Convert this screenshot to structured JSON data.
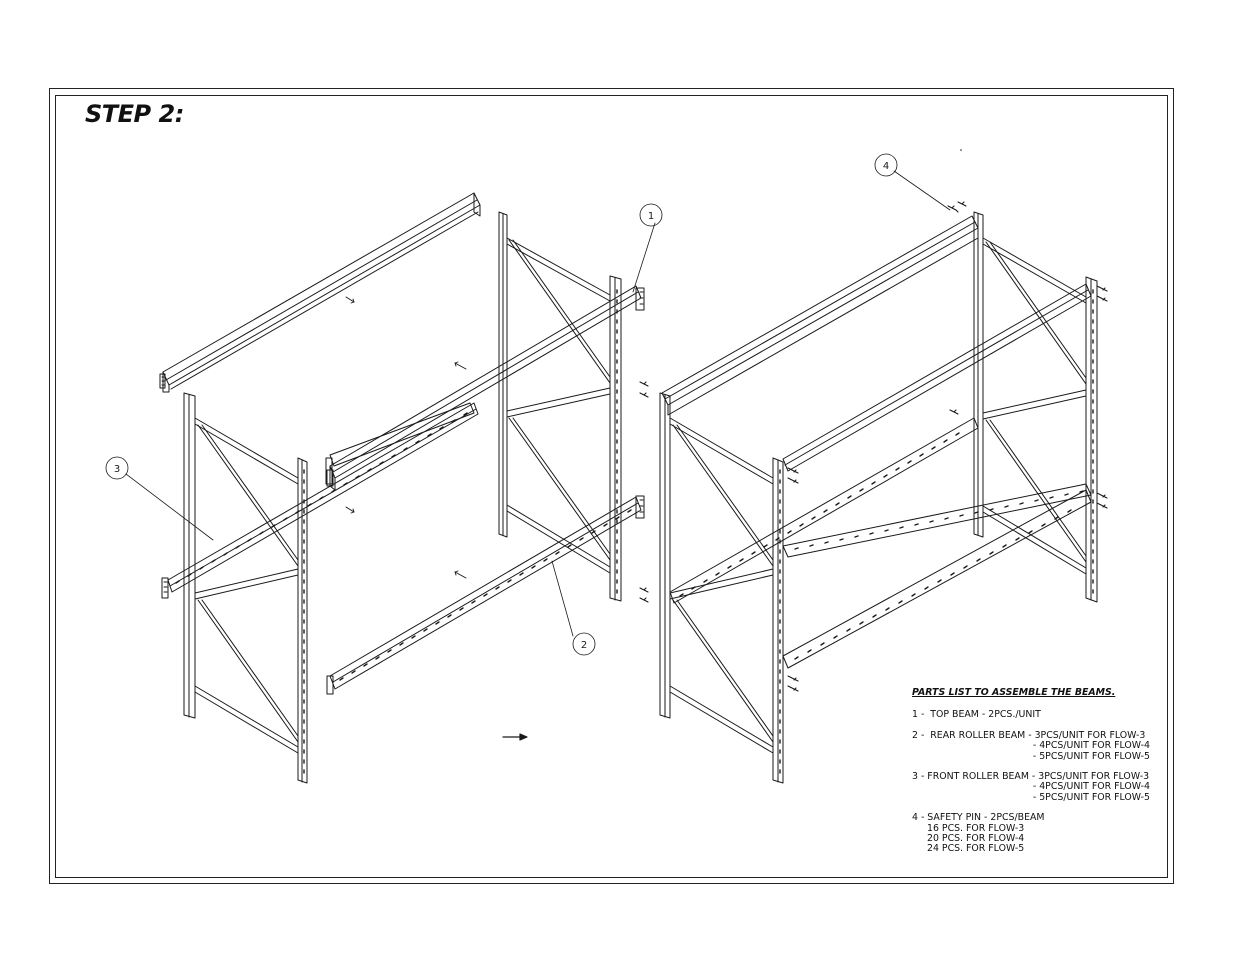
{
  "title": "STEP 2:",
  "balloons": [
    {
      "id": "b1",
      "label": "1"
    },
    {
      "id": "b2",
      "label": "2"
    },
    {
      "id": "b3",
      "label": "3"
    },
    {
      "id": "b4",
      "label": "4"
    }
  ],
  "parts_list": {
    "header": "PARTS LIST TO ASSEMBLE THE BEAMS.",
    "item1": "1 -  TOP BEAM - 2PCS./UNIT",
    "item2": "2 -  REAR ROLLER BEAM - 3PCS/UNIT FOR FLOW-3",
    "item2_b": "- 4PCS/UNIT FOR FLOW-4",
    "item2_c": "- 5PCS/UNIT FOR FLOW-5",
    "item3": "3 - FRONT ROLLER BEAM - 3PCS/UNIT FOR FLOW-3",
    "item3_b": "- 4PCS/UNIT FOR FLOW-4",
    "item3_c": "- 5PCS/UNIT FOR FLOW-5",
    "item4": "4 - SAFETY PIN - 2PCS/BEAM",
    "item4_b": "16 PCS. FOR FLOW-3",
    "item4_c": "20 PCS. FOR FLOW-4",
    "item4_d": "24 PCS. FOR FLOW-5"
  },
  "colors": {
    "line": "#1a1a1a",
    "background": "#ffffff"
  }
}
